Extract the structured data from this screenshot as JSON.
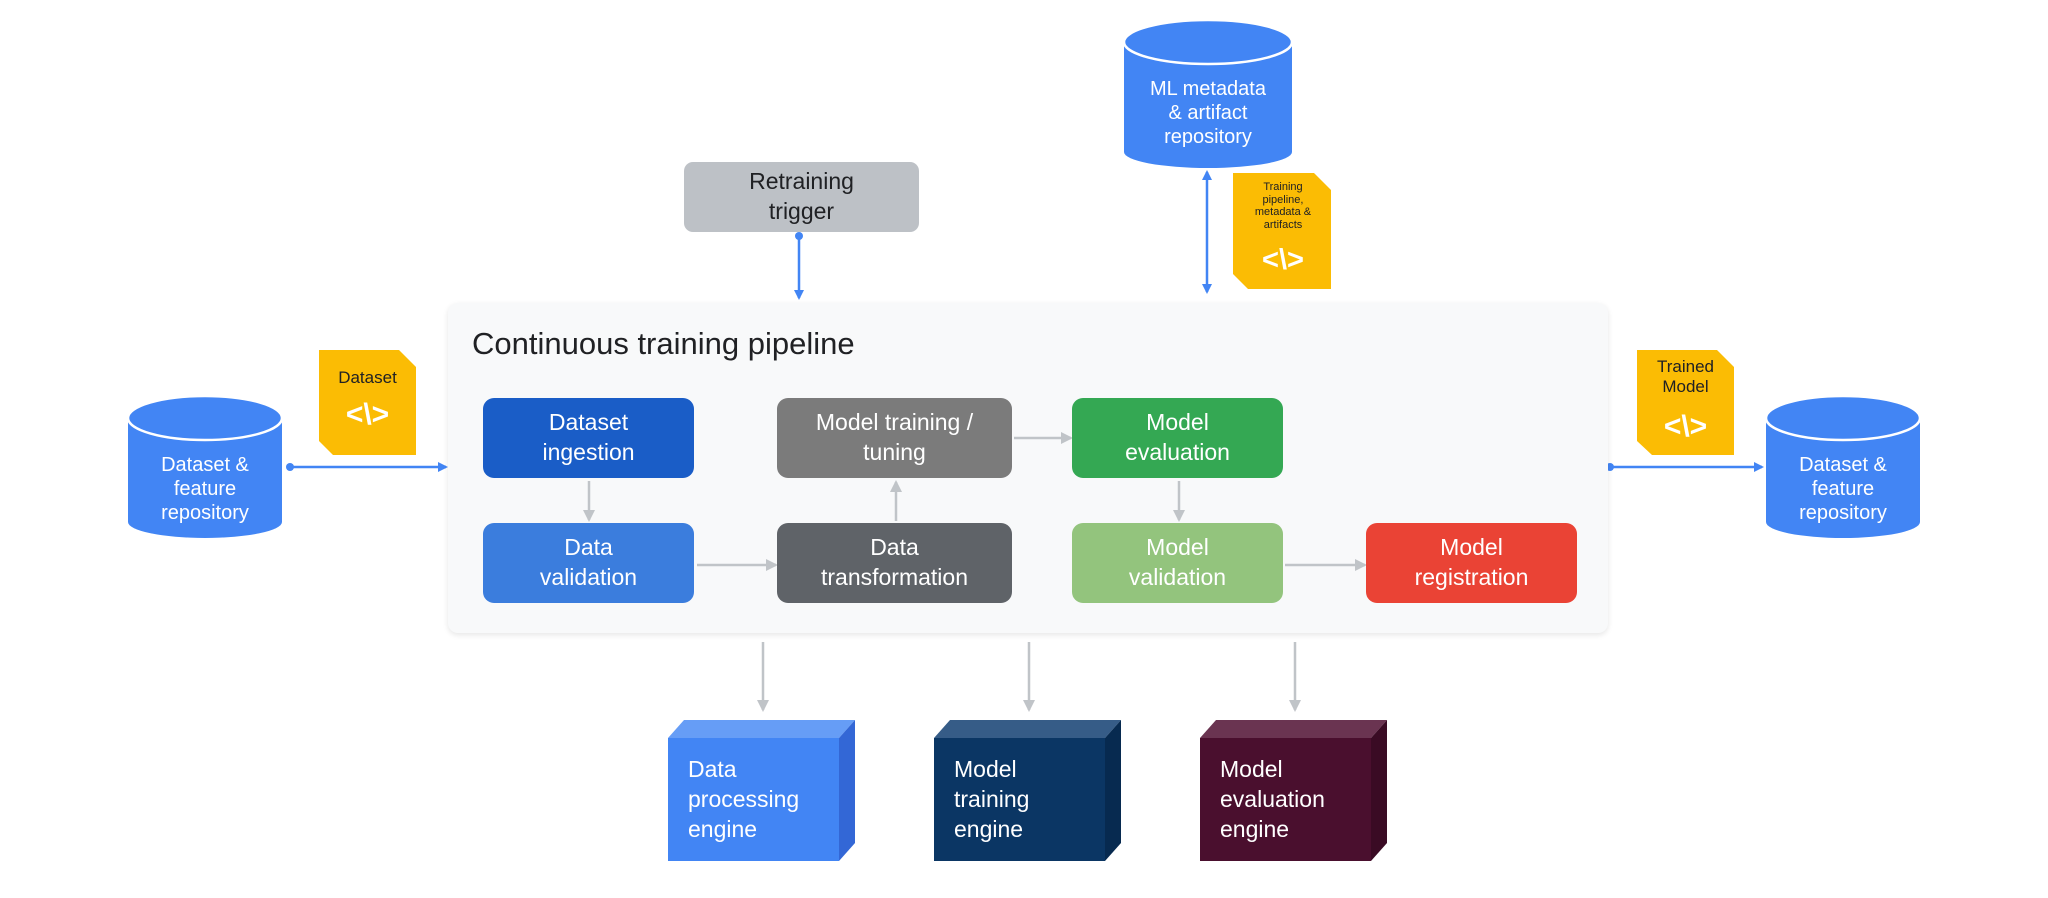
{
  "colors": {
    "repo_blue": "#4285f4",
    "doc_yellow": "#fbbc04",
    "trigger_gray": "#bdc1c6",
    "arrow_blue": "#4285f4",
    "arrow_gray": "#c0c4c8",
    "ingestion": "#1a5dc7",
    "validation": "#3b7ddd",
    "training": "#7b7b7b",
    "transformation": "#5f6368",
    "evaluation": "#34a853",
    "model_validation": "#93c47d",
    "registration": "#ea4335",
    "engine_data": "#4285f4",
    "engine_training": "#0b3664",
    "engine_eval": "#4a0f2e"
  },
  "ml_metadata_repo": {
    "label": "ML metadata\n& artifact\nrepository",
    "icon": "database-cylinder"
  },
  "retraining_trigger": {
    "label": "Retraining\ntrigger"
  },
  "pipeline_doc": {
    "label": "Training\npipeline,\nmetadata &\nartifacts",
    "code": "<\\>",
    "icon": "code-document"
  },
  "dataset_doc": {
    "label": "Dataset",
    "code": "<\\>",
    "icon": "code-document"
  },
  "trained_model_doc": {
    "label": "Trained\nModel",
    "code": "<\\>",
    "icon": "code-document"
  },
  "source_repo": {
    "label": "Dataset &\nfeature\nrepository",
    "icon": "database-cylinder"
  },
  "target_repo": {
    "label": "Dataset &\nfeature\nrepository",
    "icon": "database-cylinder"
  },
  "pipeline": {
    "title": "Continuous training pipeline",
    "steps": {
      "dataset_ingestion": "Dataset\ningestion",
      "data_validation": "Data\nvalidation",
      "model_training": "Model training /\ntuning",
      "data_transformation": "Data\ntransformation",
      "model_evaluation": "Model\nevaluation",
      "model_validation": "Model\nvalidation",
      "model_registration": "Model\nregistration"
    }
  },
  "engines": {
    "data_processing": "Data\nprocessing\nengine",
    "model_training": "Model\ntraining\nengine",
    "model_evaluation": "Model\nevaluation\nengine"
  }
}
